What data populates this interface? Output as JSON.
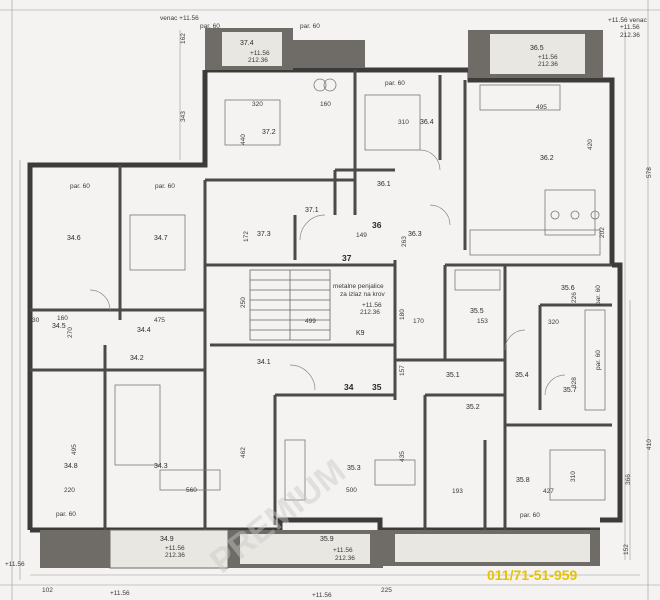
{
  "plan": {
    "phone": "011/71-51-959",
    "watermark": "PREMIUM",
    "rooms": [
      {
        "label": "37.4"
      },
      {
        "label": "37.2"
      },
      {
        "label": "37.1"
      },
      {
        "label": "37.3"
      },
      {
        "label": "37"
      },
      {
        "label": "36.5"
      },
      {
        "label": "36.4"
      },
      {
        "label": "36.1"
      },
      {
        "label": "36.2"
      },
      {
        "label": "36.3"
      },
      {
        "label": "36"
      },
      {
        "label": "34.6"
      },
      {
        "label": "34.7"
      },
      {
        "label": "34.5"
      },
      {
        "label": "34.4"
      },
      {
        "label": "34.2"
      },
      {
        "label": "34.1"
      },
      {
        "label": "34.8"
      },
      {
        "label": "34.3"
      },
      {
        "label": "34.9"
      },
      {
        "label": "34"
      },
      {
        "label": "35.6"
      },
      {
        "label": "35.5"
      },
      {
        "label": "35.4"
      },
      {
        "label": "35.7"
      },
      {
        "label": "35.1"
      },
      {
        "label": "35.2"
      },
      {
        "label": "35.3"
      },
      {
        "label": "35.8"
      },
      {
        "label": "35.9"
      },
      {
        "label": "35"
      },
      {
        "label": "K9"
      }
    ],
    "dims": [
      "320",
      "160",
      "440",
      "343",
      "310",
      "495",
      "420",
      "149",
      "263",
      "172",
      "250",
      "475",
      "270",
      "160",
      "30",
      "499",
      "170",
      "180",
      "153",
      "320",
      "226",
      "328",
      "462",
      "560",
      "500",
      "220",
      "495",
      "193",
      "427",
      "310",
      "366",
      "157",
      "435",
      "578",
      "162",
      "410",
      "152",
      "102",
      "225",
      "202"
    ],
    "levels": [
      "+11.56",
      "212.36",
      "+11.56",
      "212.36",
      "+11.56",
      "212.36",
      "+11.56",
      "212.36",
      "+11.56",
      "212.36",
      "+11.56",
      "212.36",
      "+11.56",
      "+11.56",
      "+11.56"
    ],
    "parapets": [
      "par. 60",
      "par. 60",
      "par. 60",
      "par. 60",
      "par. 60",
      "par. 60",
      "par. 60",
      "par. 60",
      "par. 60"
    ],
    "notes": {
      "ladder_line1": "metalne penjalice",
      "ladder_line2": "za izlaz na krov",
      "top_left": "venac +11.56",
      "top_right": "+11.56 venac"
    }
  }
}
